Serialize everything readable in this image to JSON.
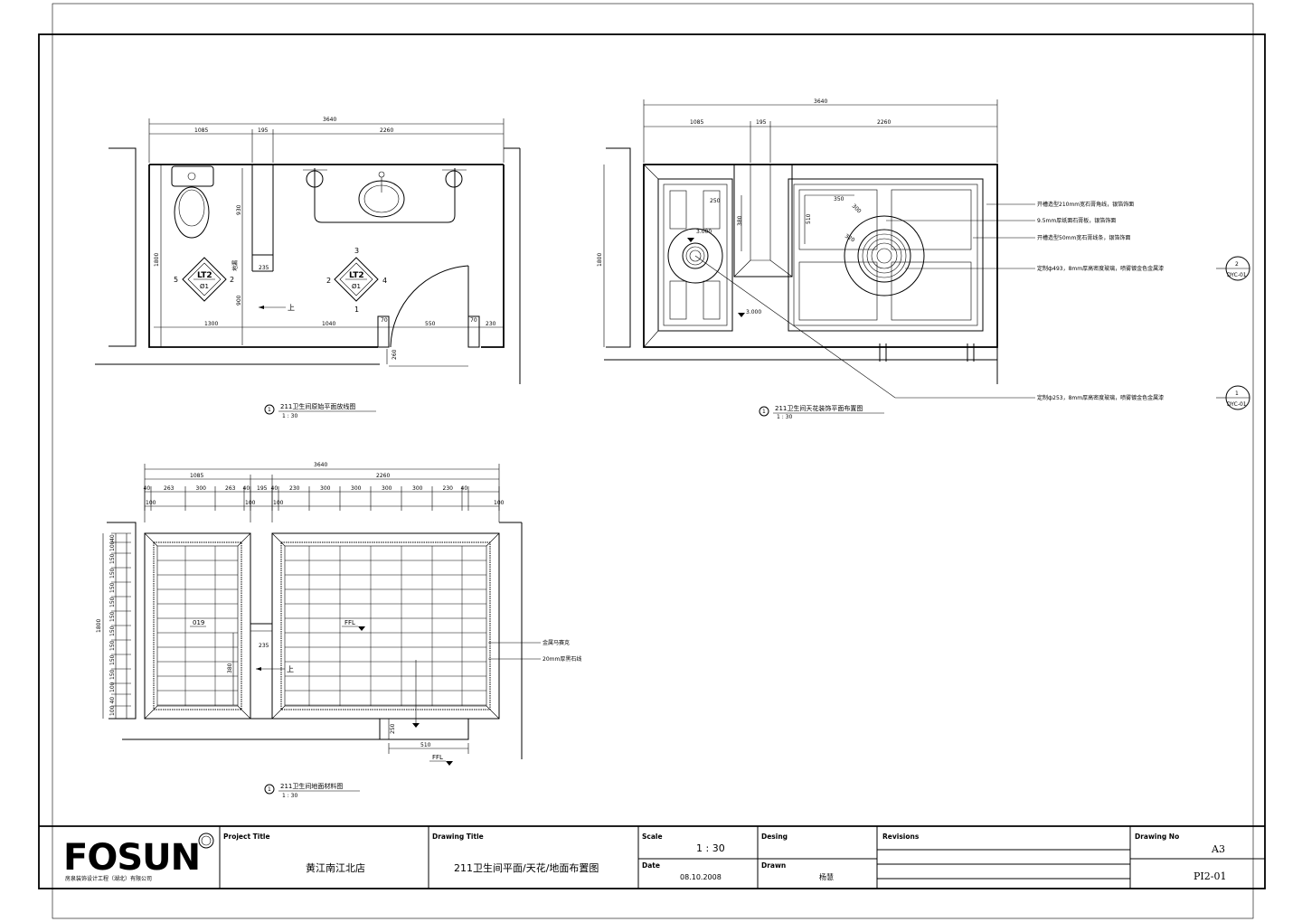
{
  "plan1": {
    "overall": "3640",
    "segs": [
      "1085",
      "195",
      "2260"
    ],
    "height": "1800",
    "v_930": "930",
    "v_900": "900",
    "d_235": "235",
    "d_1300": "1300",
    "d_1040": "1040",
    "d_70a": "70",
    "d_550": "550",
    "d_70b": "70",
    "d_230": "230",
    "d_260": "260",
    "tag_name": "LT2",
    "tag_sub": "Ø1",
    "tag1_nums": [
      "5",
      "2"
    ],
    "tag2_nums": [
      "3",
      "2",
      "4",
      "1"
    ],
    "note_floor": "地漏",
    "up": "上",
    "title": "211卫生间原始平面放线图",
    "scale": "1 : 30",
    "marker": "1"
  },
  "plan2": {
    "overall": "3640",
    "segs": [
      "1085",
      "195",
      "2260"
    ],
    "height": "1800",
    "d_250": "250",
    "d_350": "350",
    "d_380": "380",
    "d_510": "510",
    "d_300": "300",
    "d_320": "320",
    "lvl1": "3.000",
    "lvl2": "3.000",
    "notes": [
      "开槽造型210mm宽石膏角线，银箔饰面",
      "9.5mm厚纸面石膏板，银箔饰面",
      "开槽造型50mm宽石膏线条，银箔饰面",
      "定制ф493，8mm厚高密度玻璃，喷雾镀金色金属漆",
      "定制ф253，8mm厚高密度玻璃，喷雾镀金色金属漆"
    ],
    "tag1_num": "2",
    "tag1_ref": "DYC-01",
    "tag2_num": "1",
    "tag2_ref": "DYC-01",
    "title": "211卫生间天花装饰平面布置图",
    "scale": "1 : 30",
    "marker": "1"
  },
  "plan3": {
    "overall": "3640",
    "segs": [
      "1085",
      "2260"
    ],
    "sub": [
      "40",
      "263",
      "300",
      "263",
      "40",
      "195",
      "40",
      "230",
      "300",
      "300",
      "300",
      "300",
      "230",
      "40"
    ],
    "row100": [
      "100",
      "100",
      "100",
      "100"
    ],
    "height": "1800",
    "vsub": [
      "40",
      "100",
      "150",
      "150",
      "150",
      "150",
      "150",
      "150",
      "150",
      "150",
      "150",
      "100",
      "40",
      "100"
    ],
    "d_235": "235",
    "d_380": "380",
    "d_250": "250",
    "d_510": "510",
    "label_small": "019",
    "label_ffl": "FFL",
    "label_ffl2": "FFL",
    "up": "上",
    "notes": [
      "金属马赛克",
      "20mm厚黑石线"
    ],
    "title": "211卫生间地面材料图",
    "scale": "1 : 30",
    "marker": "1"
  },
  "titleblock": {
    "logo": "FOSUN",
    "company": "房泉装饰设计工程（湖北）有限公司",
    "project_title_label": "Project Title",
    "project_title": "黄江南江北店",
    "drawing_title_label": "Drawing  Title",
    "drawing_title": "211卫生间平面/天花/地面布置图",
    "scale_label": "Scale",
    "scale": "1 : 30",
    "date_label": "Date",
    "date": "08.10.2008",
    "desing_label": "Desing",
    "drawn_label": "Drawn",
    "drawn": "杨慧",
    "revisions_label": "Revisions",
    "drawing_no_label": "Drawing No",
    "sheet_size": "A3",
    "drawing_no": "PI2-01"
  }
}
